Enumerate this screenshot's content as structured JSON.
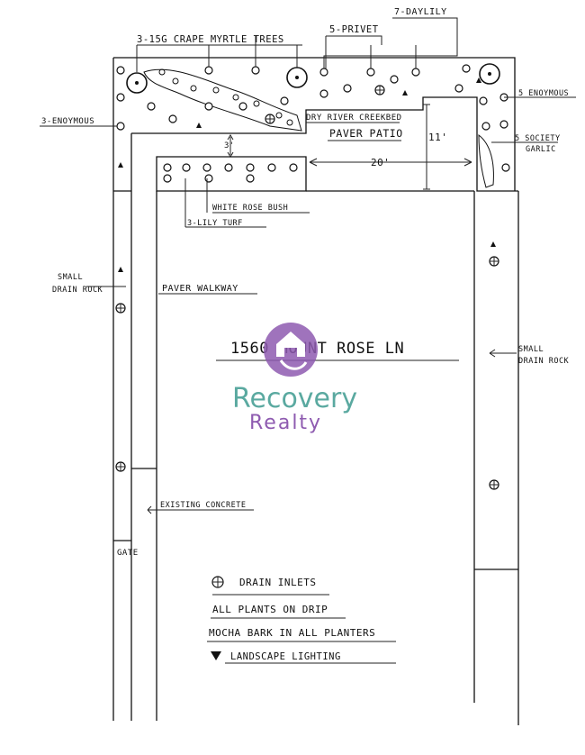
{
  "labels": {
    "crape_myrtle": "3-15G CRAPE MYRTLE TREES",
    "privet": "5-PRIVET",
    "daylily": "7-DAYLILY",
    "euonymus_left": "3-ENOYMOUS",
    "euonymus_right": "5 ENOYMOUS",
    "society_garlic_1": "5 SOCIETY",
    "society_garlic_2": "GARLIC",
    "dry_river": "DRY RIVER CREEKBED",
    "paver_patio": "PAVER PATIO",
    "dim_11": "11'",
    "dim_20": "20'",
    "dim_3": "3'",
    "white_rose": "WHITE ROSE BUSH",
    "lily_turf": "3-LILY TURF",
    "small_drain_left_1": "SMALL",
    "small_drain_left_2": "DRAIN ROCK",
    "paver_walkway": "PAVER WALKWAY",
    "address": "1560 MOUNT ROSE LN",
    "small_drain_right_1": "SMALL",
    "small_drain_right_2": "DRAIN ROCK",
    "existing_concrete": "EXISTING CONCRETE",
    "gate": "GATE"
  },
  "legend": {
    "drain_inlets": "DRAIN INLETS",
    "drip": "ALL PLANTS ON DRIP",
    "mocha": "MOCHA BARK IN ALL PLANTERS",
    "lighting": "LANDSCAPE LIGHTING"
  },
  "logo": {
    "line1": "Recovery",
    "line2": "Realty",
    "color_primary": "#5aa9a0",
    "color_secondary": "#8e5bb0"
  }
}
